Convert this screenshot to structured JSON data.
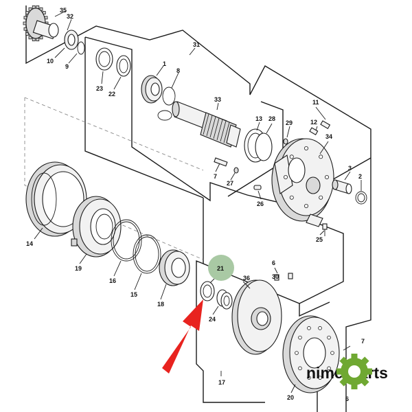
{
  "labels": {
    "p1": "1",
    "p2": "2",
    "p3": "3",
    "p6a": "6",
    "p6b": "6",
    "p7a": "7",
    "p7b": "7",
    "p8": "8",
    "p9": "9",
    "p10": "10",
    "p11": "11",
    "p12": "12",
    "p13": "13",
    "p14": "14",
    "p15": "15",
    "p16": "16",
    "p17": "17",
    "p18": "18",
    "p19": "19",
    "p20": "20",
    "p21": "21",
    "p22": "22",
    "p23": "23",
    "p24": "24",
    "p25": "25",
    "p26": "26",
    "p27": "27",
    "p28": "28",
    "p29": "29",
    "p30": "30",
    "p31": "31",
    "p32": "32",
    "p33": "33",
    "p34": "34",
    "p35": "35",
    "p36": "36"
  },
  "highlight": {
    "label": "21",
    "color": "#a9c9a4"
  },
  "arrow": {
    "color": "#e8231f"
  },
  "brand": {
    "text": "nimerparts",
    "gear_color": "#6fa832"
  }
}
